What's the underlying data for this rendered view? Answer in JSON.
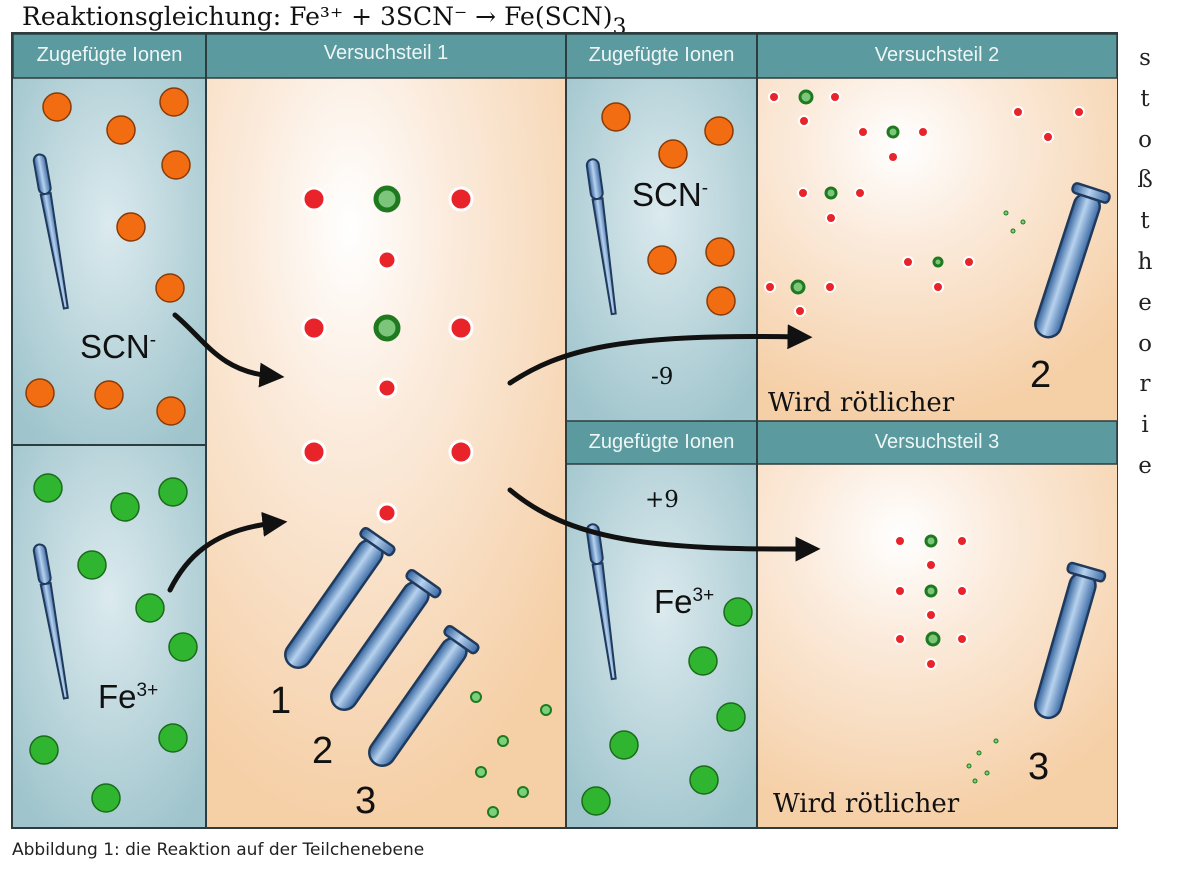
{
  "equation": {
    "prefix": "Reaktionsgleichung: Fe³⁺ + 3SCN⁻ → Fe(SCN)",
    "subscript": "3"
  },
  "side_word": [
    "s",
    "t",
    "o",
    "ß",
    "t",
    "h",
    "e",
    "o",
    "r",
    "i",
    "e"
  ],
  "caption": "Abbildung 1: die Reaktion auf der Teilchenebene",
  "headers": {
    "added_ions_left": "Zugefügte Ionen",
    "part1": "Versuchsteil 1",
    "added_ions_top_right": "Zugefügte Ionen",
    "part2": "Versuchsteil 2",
    "added_ions_bottom_right": "Zugefügte Ionen",
    "part3": "Versuchsteil 3"
  },
  "ions": {
    "scn_base": "SCN",
    "scn_charge": "-",
    "fe_base": "Fe",
    "fe_charge": "3+"
  },
  "tube_numbers": [
    "1",
    "2",
    "3"
  ],
  "part2": {
    "change": "-9",
    "note": "Wird rötlicher",
    "tube": "2"
  },
  "part3": {
    "change": "+9",
    "note": "Wird rötlicher",
    "tube": "3"
  },
  "colors": {
    "header": "#5b9a9e",
    "ion_panel": "#a9ccd3",
    "reaction_panel": "#f7dcc0",
    "scn_particle": "#f26d12",
    "fe_particle": "#2fb52f",
    "complex_red": "#e8232a",
    "complex_green": "#2e8b2e"
  }
}
